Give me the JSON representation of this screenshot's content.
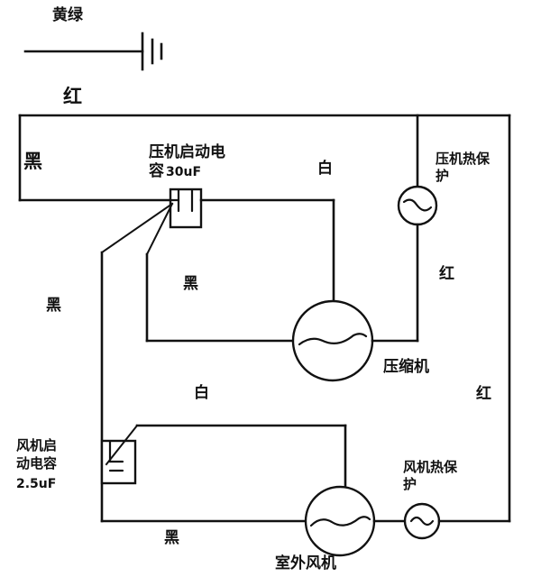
{
  "diagram": {
    "title_labels": {
      "ground_wire": "黄绿",
      "red_top": "红",
      "black_left_top": "黑",
      "black_left_mid": "黑",
      "black_center": "黑",
      "black_bottom": "黑",
      "white_top": "白",
      "white_mid": "白",
      "red_right_upper": "红",
      "red_right_lower": "红"
    },
    "components": {
      "comp_start_cap": {
        "name_line1": "压机启动电",
        "name_line2": "容",
        "value": "30uF"
      },
      "fan_start_cap": {
        "name_line1": "风机启",
        "name_line2": "动电容",
        "value": "2.5uF"
      },
      "comp_thermal": {
        "name_line1": "压机热保",
        "name_line2": "护"
      },
      "fan_thermal": {
        "name_line1": "风机热保",
        "name_line2": "护"
      },
      "compressor": {
        "name": "压缩机"
      },
      "outdoor_fan": {
        "name": "室外风机"
      }
    },
    "icons": {
      "ground": "ground-symbol",
      "capacitor": "capacitor-symbol",
      "motor": "motor-circle-symbol",
      "thermal_protector": "thermal-protector-circle-symbol"
    },
    "colors": {
      "line": "#111111",
      "background": "#ffffff"
    }
  }
}
